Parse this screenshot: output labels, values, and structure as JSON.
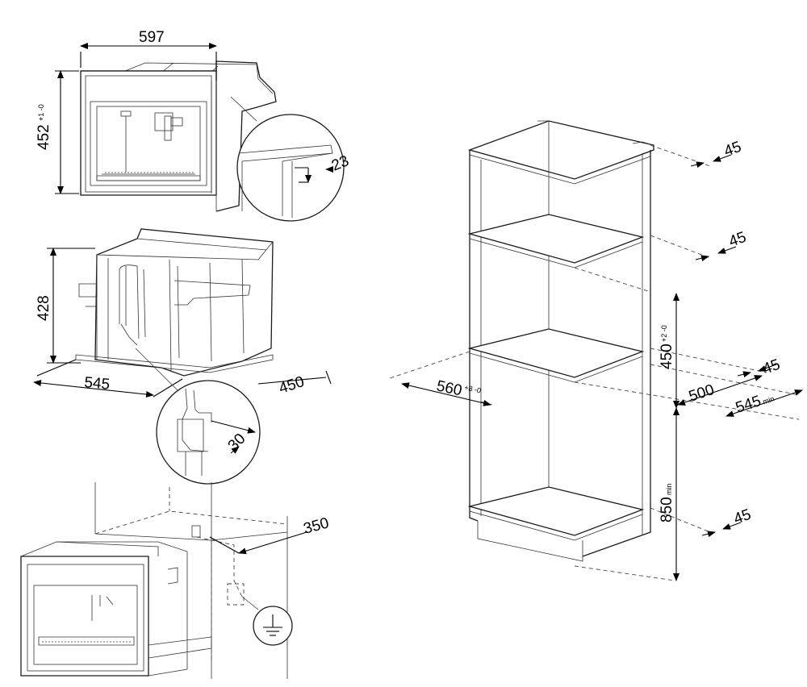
{
  "dimensions": {
    "width_597": "597",
    "height_452": "452",
    "height_452_tol": "+1 -0",
    "inset_23": "23",
    "height_428": "428",
    "depth_545": "545",
    "depth_450": "450",
    "hose_30": "30",
    "socket_350": "350",
    "cab_45_top": "45",
    "cab_45_second": "45",
    "cab_45_mid": "45",
    "cab_45_bottom": "45",
    "niche_450": "450",
    "niche_450_tol": "+2 -0",
    "depth_500": "500",
    "depth_545min": "545",
    "depth_545min_sub": "min",
    "width_560": "560",
    "width_560_tol": "+8 -0",
    "height_850min": "850",
    "height_850min_sub": "min"
  },
  "icons": {
    "ground": "earth-ground-symbol"
  }
}
